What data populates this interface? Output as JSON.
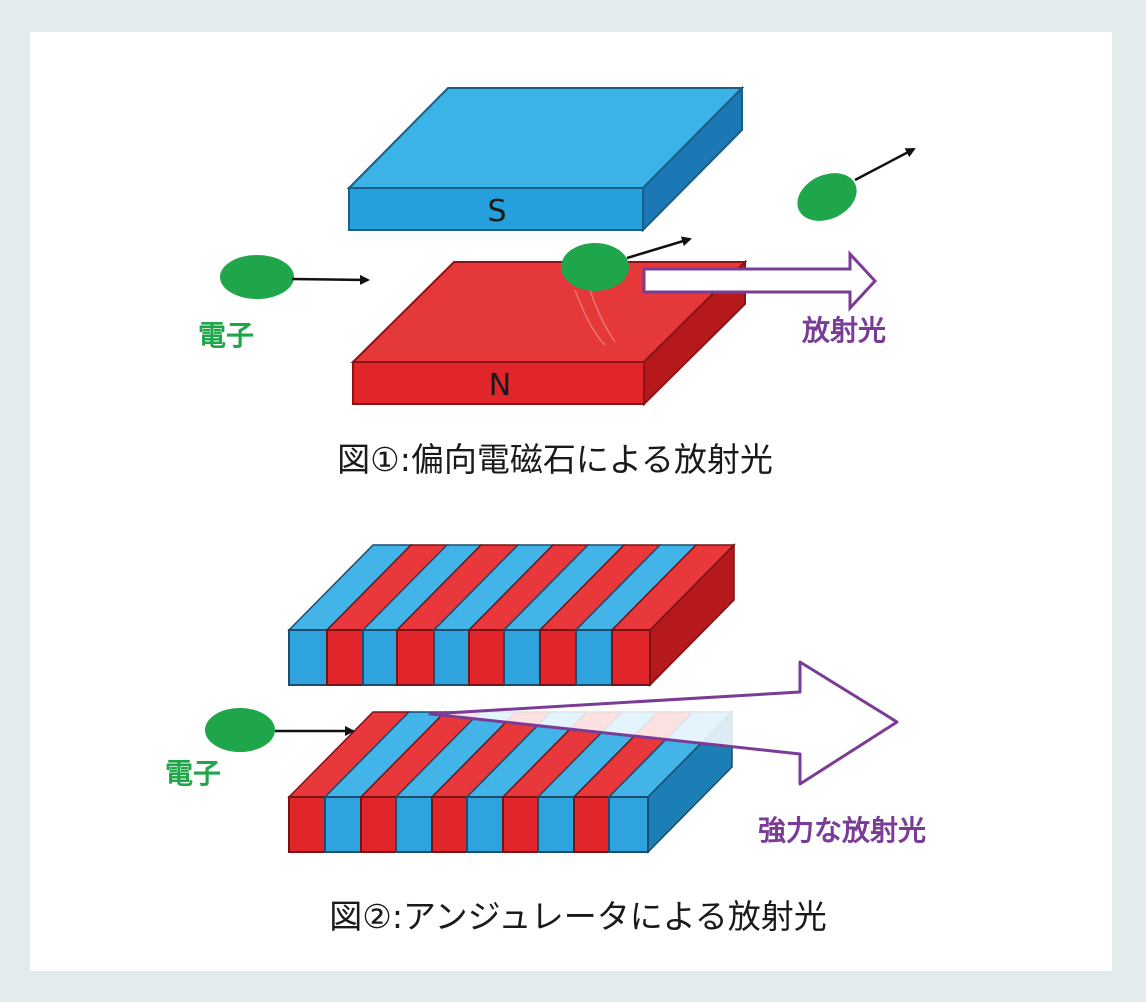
{
  "figure1": {
    "pole_top": "S",
    "pole_bottom": "N",
    "electron_label": "電子",
    "light_label": "放射光",
    "caption": "図①:偏向電磁石による放射光"
  },
  "figure2": {
    "electron_label": "電子",
    "light_label": "強力な放射光",
    "caption": "図②:アンジュレータによる放射光"
  },
  "colors": {
    "background": "#e3ebec",
    "panel": "#ffffff",
    "magnet_blue": "#2ea3dd",
    "magnet_red": "#e0282a",
    "electron_green": "#1fa64a",
    "light_purple": "#7a3c96"
  }
}
